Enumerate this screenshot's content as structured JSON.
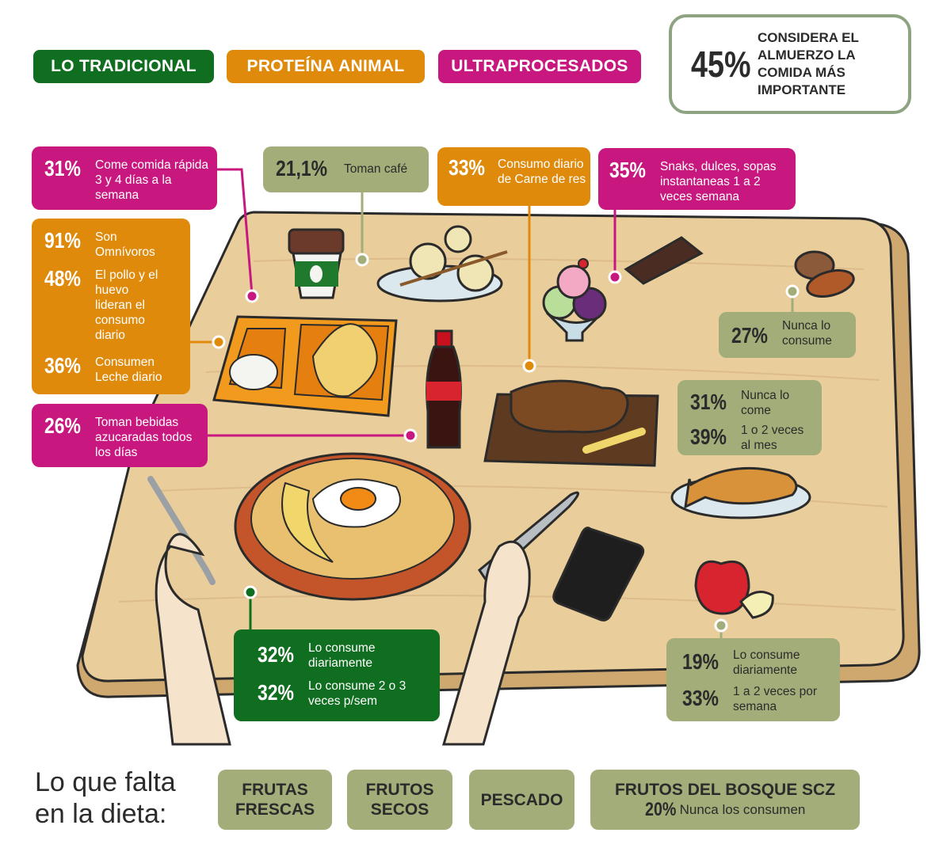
{
  "colors": {
    "traditional": "#0f6e1f",
    "animal": "#e08a0c",
    "ultra": "#c8187f",
    "neutral": "#a2ad79",
    "table": "#e9cd9b",
    "tableEdge": "#cfa870"
  },
  "legend": {
    "traditional": "LO TRADICIONAL",
    "animal": "PROTEÍNA ANIMAL",
    "ultra": "ULTRAPROCESADOS"
  },
  "highlight": {
    "pct": "45%",
    "text": "CONSIDERA EL ALMUERZO LA COMIDA MÁS IMPORTANTE"
  },
  "cards": {
    "fastfood": {
      "pct": "31%",
      "text": "Come comida rápida 3 y 4 días a la semana"
    },
    "coffee": {
      "pct": "21,1%",
      "text": "Toman café"
    },
    "beef": {
      "pct": "33%",
      "text": "Consumo diario de Carne de res"
    },
    "snacks": {
      "pct": "35%",
      "text": "Snaks, dulces, sopas instantaneas 1 a 2 veces semana"
    },
    "omni": {
      "pct": "91%",
      "text": "Son Omnívoros"
    },
    "chicken": {
      "pct": "48%",
      "text": "El pollo y el huevo lideran el consumo diario"
    },
    "milk": {
      "pct": "36%",
      "text": "Consumen Leche diario"
    },
    "nuts": {
      "pct": "27%",
      "text": "Nunca lo consume"
    },
    "sugary": {
      "pct": "26%",
      "text": "Toman bebidas azucaradas todos los días"
    },
    "fishNever": {
      "pct": "31%",
      "text": "Nunca lo come"
    },
    "fishMonth": {
      "pct": "39%",
      "text": "1 o 2 veces al mes"
    },
    "riceDaily": {
      "pct": "32%",
      "text": "Lo consume diariamente"
    },
    "riceWeek": {
      "pct": "32%",
      "text": "Lo consume 2 o 3 veces p/sem"
    },
    "fruitDaily": {
      "pct": "19%",
      "text": "Lo consume diariamente"
    },
    "fruitWeek": {
      "pct": "33%",
      "text": "1 a 2 veces por semana"
    }
  },
  "missing": {
    "title": "Lo que falta en la dieta:",
    "items": [
      "FRUTAS FRESCAS",
      "FRUTOS SECOS",
      "PESCADO",
      "FRUTOS DEL BOSQUE SCZ"
    ],
    "forestPct": "20%",
    "forestText": "Nunca los consumen"
  }
}
